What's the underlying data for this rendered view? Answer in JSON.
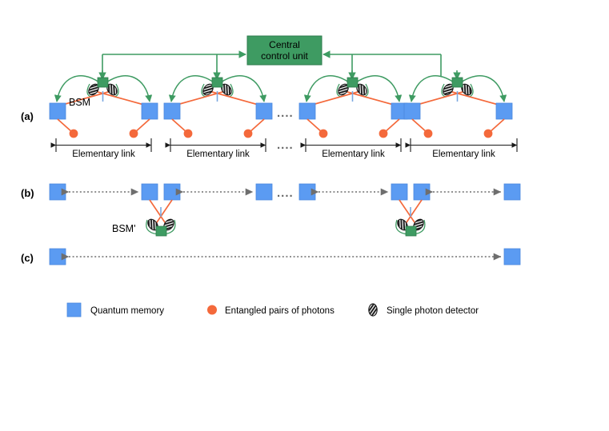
{
  "figure": {
    "title": "Quantum repeater chain schematic",
    "background": "#ffffff"
  },
  "colors": {
    "quantum_memory_blue": "#5B9BF2",
    "entangled_photon_orange": "#F4693B",
    "control_green": "#3E9B62",
    "bsm_node_green": "#3E9B62",
    "dashed_arrow_gray": "#6E6E6E",
    "beamsplitter_blue": "#7AA8E0",
    "detector_dark": "#1A1A1A",
    "text_black": "#000000"
  },
  "rows": {
    "a": {
      "label": "(a)",
      "ccu": {
        "label_line1": "Central",
        "label_line2": "control unit"
      },
      "bsm_label": "BSM",
      "link_label": "Elementary link",
      "link_count": 4,
      "ellipsis": "....",
      "links": [
        {
          "label": "Elementary link"
        },
        {
          "label": "Elementary link"
        },
        {
          "label": "Elementary link"
        },
        {
          "label": "Elementary link"
        }
      ]
    },
    "b": {
      "label": "(b)",
      "bsm_label": "BSM'",
      "ellipsis": "...."
    },
    "c": {
      "label": "(c)"
    }
  },
  "legend": {
    "items": [
      {
        "icon": "quantum-memory-square-icon",
        "label": "Quantum memory",
        "color": "#5B9BF2",
        "shape": "square"
      },
      {
        "icon": "entangled-photon-circle-icon",
        "label": "Entangled pairs of photons",
        "color": "#F4693B",
        "shape": "circle"
      },
      {
        "icon": "single-photon-detector-icon",
        "label": "Single photon detector",
        "color": "#1A1A1A",
        "shape": "detector"
      }
    ]
  }
}
